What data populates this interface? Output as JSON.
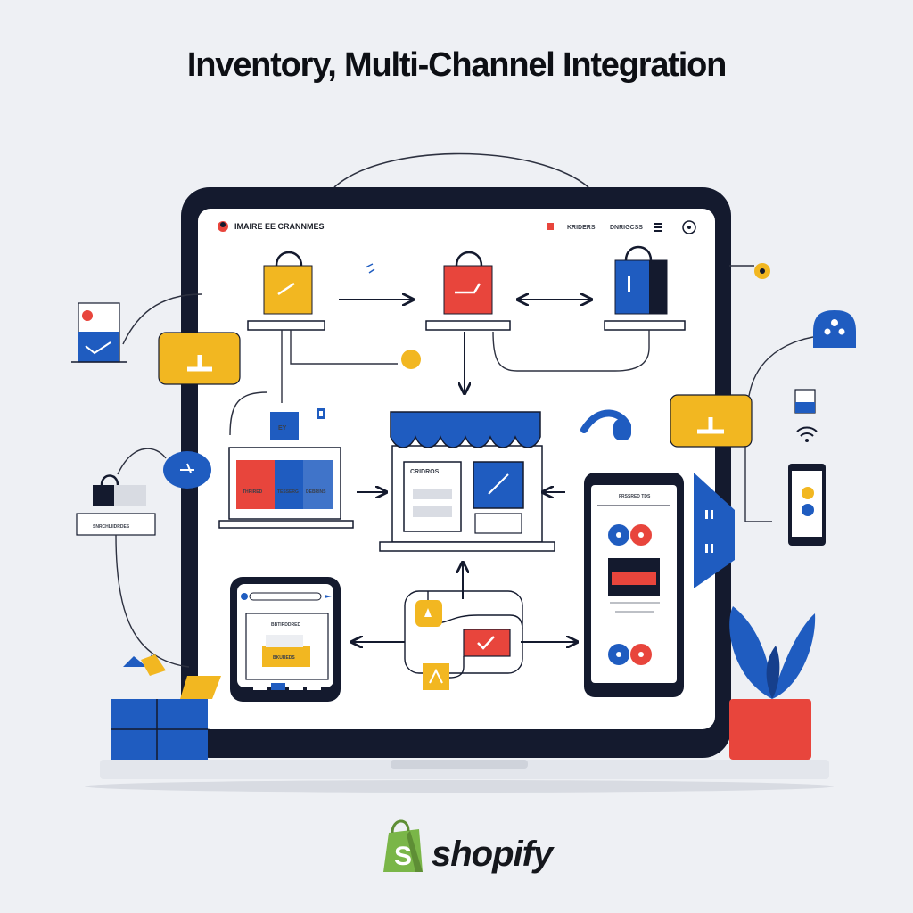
{
  "title": "Inventory, Multi-Channel Integration",
  "screen": {
    "header_title": "IMAIRE EE CRANNMES",
    "header_links": [
      "KRIDERS",
      "DNRIGCSS"
    ]
  },
  "pos_labels": [
    "THRIRED",
    "TESSERG",
    "DEBRINS"
  ],
  "storefront_panel_label": "CRIDROS",
  "tile_label": "EY",
  "phone_header_text": "FRSSRED TDS",
  "tablet_header_text": "BBTIRDDRED",
  "tablet_button_label": "BKUREDS",
  "left_card_label": "SNRCHLIIDRDES",
  "brand": "shopify",
  "colors": {
    "navy": "#141a2e",
    "blue": "#1f5cc0",
    "red": "#e8453c",
    "yellow": "#f2b721",
    "background": "#eef0f4"
  }
}
